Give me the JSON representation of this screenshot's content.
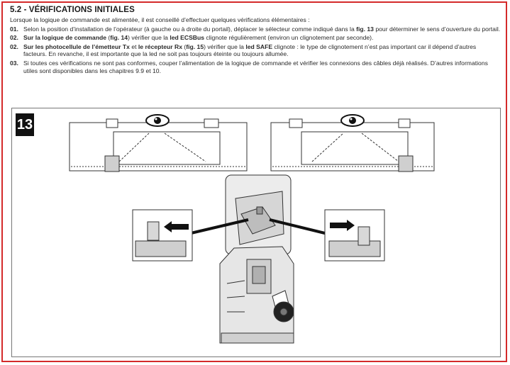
{
  "section": {
    "title": "5.2 - VÉRIFICATIONS INITIALES",
    "intro": "Lorsque la logique de commande est alimentée, il est conseillé d’effectuer quelques vérifications élémentaires :"
  },
  "steps": [
    {
      "num": "01.",
      "t1": "Selon la position d’installation de l’opérateur (à gauche ou à droite du portail), déplacer le sélecteur comme indiqué dans la ",
      "b1": "fig. 13",
      "t2": " pour déterminer le sens d’ouverture du portail."
    },
    {
      "num": "02.",
      "b1": "Sur la logique de commande",
      "t1": " (",
      "b2": "fig. 14",
      "t2": ") vérifier que la ",
      "b3": "led ECSBus",
      "t3": " clignote régulièrement (environ un clignotement par seconde)."
    },
    {
      "num": "02.",
      "b1": "Sur les photocellule de l’émetteur Tx",
      "t1": " et ",
      "b2": "le récepteur Rx",
      "t2": " (",
      "b3": "fig. 15",
      "t3": ") vérifier que la ",
      "b4": "led SAFE",
      "t4": " clignote : le type de clignotement n’est pas important car il dépend d’autres facteurs. En revanche, il est importante que la led ne soit pas toujours éteinte ou toujours allumée."
    },
    {
      "num": "03.",
      "t1": "Si toutes ces vérifications ne sont pas conformes, couper l’alimentation de la logique de commande et vérifier les connexions des câbles déjà réalisés. D’autres informations utiles sont disponibles dans les chapitres 9.9 et 10."
    }
  ],
  "figure": {
    "number": "13"
  },
  "colors": {
    "frame": "#d42a2a",
    "ink": "#222222",
    "figure_fill": "#d9d9d9"
  }
}
